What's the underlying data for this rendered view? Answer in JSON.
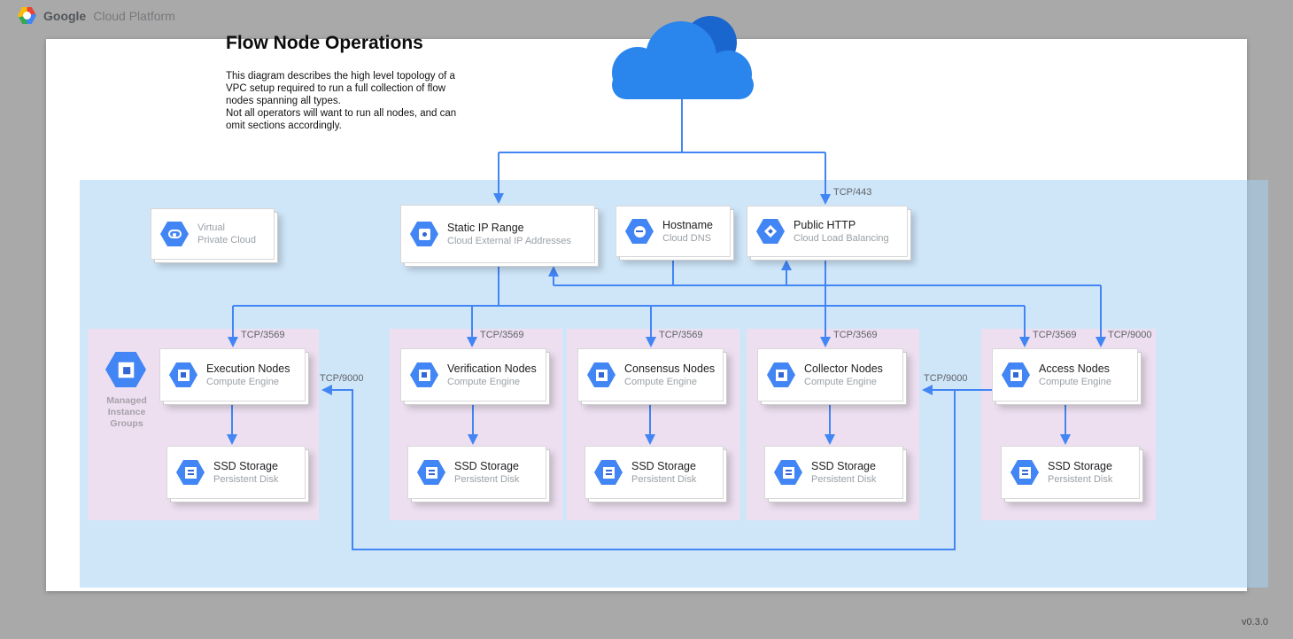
{
  "header": {
    "brand_bold": "Google",
    "brand_light": "Cloud Platform"
  },
  "diagram": {
    "title": "Flow Node Operations",
    "description": [
      "This diagram describes the high level topology of a VPC setup required to run a full collection of flow nodes spanning all types.",
      "Not all operators will want to run all nodes, and can omit sections accordingly."
    ],
    "version": "v0.3.0"
  },
  "top_cards": {
    "vpc": {
      "line1": "Virtual",
      "line2": "Private Cloud"
    },
    "static_ip": {
      "title": "Static IP Range",
      "subtitle": "Cloud External IP Addresses"
    },
    "hostname": {
      "title": "Hostname",
      "subtitle": "Cloud DNS"
    },
    "public_http": {
      "title": "Public HTTP",
      "subtitle": "Cloud Load Balancing"
    }
  },
  "mig": {
    "line1": "Managed",
    "line2": "Instance",
    "line3": "Groups"
  },
  "node_groups": [
    {
      "title": "Execution Nodes",
      "subtitle": "Compute Engine",
      "disk_title": "SSD Storage",
      "disk_subtitle": "Persistent Disk"
    },
    {
      "title": "Verification Nodes",
      "subtitle": "Compute Engine",
      "disk_title": "SSD Storage",
      "disk_subtitle": "Persistent Disk"
    },
    {
      "title": "Consensus Nodes",
      "subtitle": "Compute Engine",
      "disk_title": "SSD Storage",
      "disk_subtitle": "Persistent Disk"
    },
    {
      "title": "Collector Nodes",
      "subtitle": "Compute Engine",
      "disk_title": "SSD Storage",
      "disk_subtitle": "Persistent Disk"
    },
    {
      "title": "Access Nodes",
      "subtitle": "Compute Engine",
      "disk_title": "SSD Storage",
      "disk_subtitle": "Persistent Disk"
    }
  ],
  "port_labels": {
    "tcp443": "TCP/443",
    "tcp3569": "TCP/3569",
    "tcp9000": "TCP/9000"
  },
  "icons": {
    "logo": "google-cloud-hexagon-logo",
    "cloud": "internet-cloud",
    "vpc": "virtual-private-cloud-hexagon",
    "static_ip": "cloud-external-ip-hexagon",
    "hostname": "cloud-dns-hexagon",
    "public_http": "cloud-load-balancing-hexagon",
    "mig": "managed-instance-groups-hexagon",
    "compute": "compute-engine-hexagon",
    "disk": "persistent-disk-hexagon"
  },
  "colors": {
    "arrow_blue": "#4285f4",
    "icon_blue": "#4285f4",
    "cloud_main": "#2a85ec",
    "cloud_dark": "#1a66cf",
    "vpc_region": "#d0e6f8",
    "group_pink": "#eddff0",
    "page_gray": "#a9a9a9"
  }
}
